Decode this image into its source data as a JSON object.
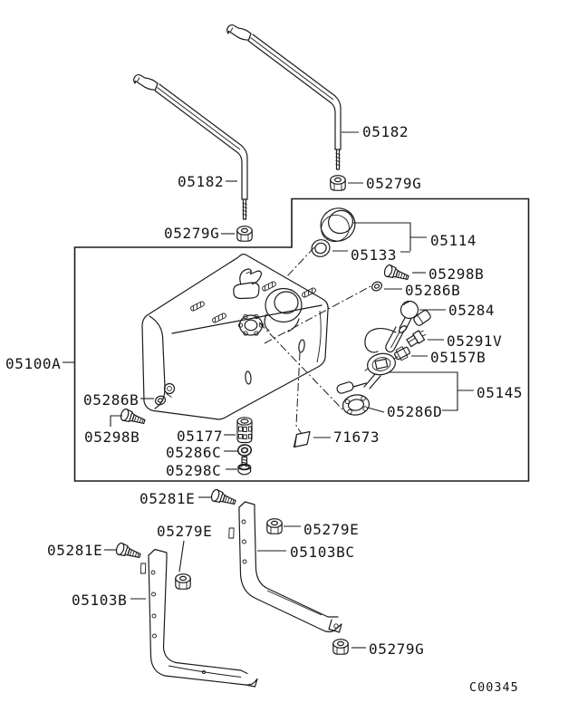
{
  "figure": {
    "type": "parts-diagram",
    "subject": "fuel-tank-assembly",
    "drawing_code": "C00345",
    "line_color": "#1b1b1b",
    "background_color": "#ffffff"
  },
  "labels": [
    {
      "id": "strap-upper-left",
      "text": "05182"
    },
    {
      "id": "nut-upper-left",
      "text": "05279G"
    },
    {
      "id": "strap-upper-right",
      "text": "05182"
    },
    {
      "id": "nut-upper-right",
      "text": "05279G"
    },
    {
      "id": "tank-assembly",
      "text": "05100A"
    },
    {
      "id": "filler-cap",
      "text": "05114"
    },
    {
      "id": "filler-ring",
      "text": "05133"
    },
    {
      "id": "bolt-right",
      "text": "05298B"
    },
    {
      "id": "washer-right",
      "text": "05286B"
    },
    {
      "id": "float-ball",
      "text": "05284"
    },
    {
      "id": "connector",
      "text": "05291V"
    },
    {
      "id": "clamp",
      "text": "05157B"
    },
    {
      "id": "sender-unit",
      "text": "05145"
    },
    {
      "id": "gasket",
      "text": "05286D"
    },
    {
      "id": "plate",
      "text": "71673"
    },
    {
      "id": "washer-left",
      "text": "05286B"
    },
    {
      "id": "bolt-left",
      "text": "05298B"
    },
    {
      "id": "valve",
      "text": "05177"
    },
    {
      "id": "oring",
      "text": "05286C"
    },
    {
      "id": "bolt-bottom",
      "text": "05298C"
    },
    {
      "id": "band-bolt-top",
      "text": "05281E"
    },
    {
      "id": "band-nut-right",
      "text": "05279E"
    },
    {
      "id": "bracket-right",
      "text": "05103BC"
    },
    {
      "id": "band-bolt-left",
      "text": "05281E"
    },
    {
      "id": "band-nut-left",
      "text": "05279E"
    },
    {
      "id": "bracket-left",
      "text": "05103B"
    },
    {
      "id": "nut-bottom",
      "text": "05279G"
    }
  ]
}
